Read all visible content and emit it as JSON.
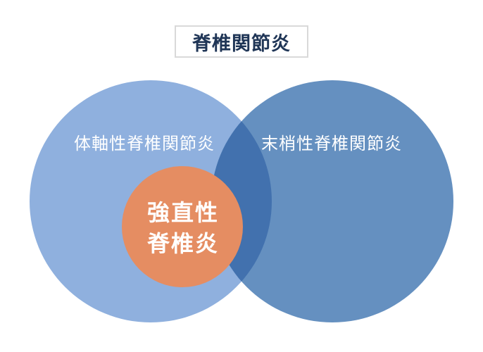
{
  "diagram": {
    "title": "脊椎関節炎",
    "sets": {
      "left": {
        "label": "体軸性脊椎関節炎",
        "color": "#8fb0de"
      },
      "right": {
        "label": "末梢性脊椎関節炎",
        "color": "#6590c0"
      },
      "overlap": {
        "color": "#4271ae"
      },
      "inner": {
        "line1": "強直性",
        "line2": "脊椎炎",
        "color": "#e58d62"
      }
    }
  }
}
